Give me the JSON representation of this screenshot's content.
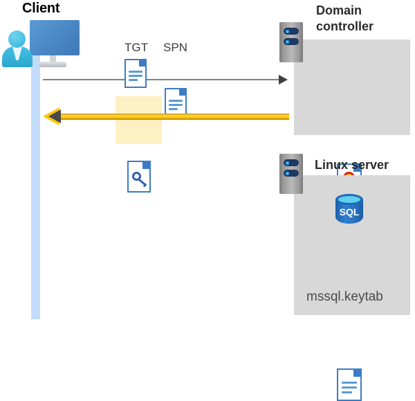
{
  "diagram": {
    "title": "Kerberos authentication flow between client, domain controller and Linux server",
    "type": "sequence-flow"
  },
  "client": {
    "label": "Client",
    "icon": "user-with-monitor-icon",
    "lifeline_color": "#c3dcfa"
  },
  "messages": {
    "request": {
      "labels": [
        "TGT",
        "SPN"
      ],
      "doc_icons": [
        "document-icon",
        "document-icon"
      ],
      "direction": "client-to-domain-controller",
      "line_color": "#808080"
    },
    "response": {
      "icon": "key-document-icon",
      "highlight_color": "#fdf0c2",
      "direction": "domain-controller-to-client",
      "line_color": "#ffc600"
    }
  },
  "domain_controller": {
    "label": "Domain controller",
    "icon": "server-rack-icon",
    "panel_color": "#d8d8d8",
    "contents": [
      {
        "name": "certificate-document-icon",
        "label": ""
      }
    ]
  },
  "linux_server": {
    "label": "Linux server",
    "icon": "server-rack-icon",
    "panel_color": "#d8d8d8",
    "contents": [
      {
        "name": "sql-database-icon",
        "label": "SQL"
      },
      {
        "name": "keytab-document-icon",
        "label": "mssql.keytab"
      }
    ]
  }
}
